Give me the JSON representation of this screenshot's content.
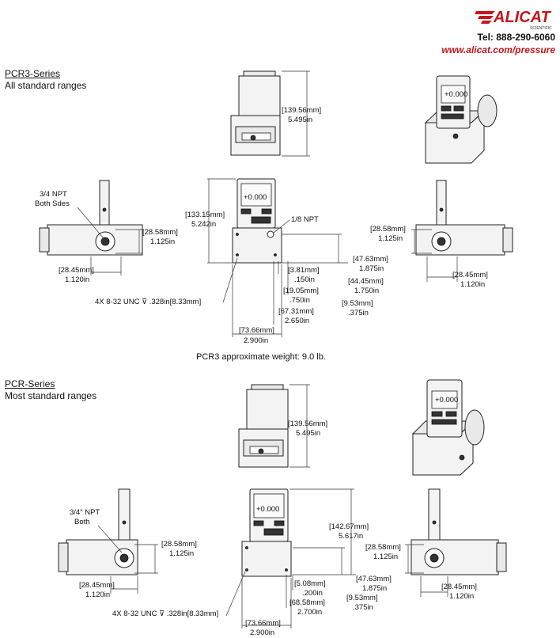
{
  "brand": {
    "name": "ALICAT",
    "sub": "SCIENTIFIC",
    "tel": "Tel: 888-290-6060",
    "web": "www.alicat.com/pressure"
  },
  "pcr3": {
    "title": "PCR3-Series",
    "subtitle": "All standard ranges",
    "labels": {
      "height_top": [
        "[139.56mm]",
        "5.495in"
      ],
      "npt_34": [
        "3/4 NPT",
        "Both Sdes"
      ],
      "width_left": [
        "[28.58mm]",
        "1.125in"
      ],
      "depth_left": [
        "[28.45mm]",
        "1.120in"
      ],
      "height_front": [
        "[133.15mm]",
        "5.242in"
      ],
      "npt_18": "1/8 NPT",
      "d1": [
        "[3.81mm]",
        ".150in"
      ],
      "d2": [
        "[19.05mm]",
        ".750in"
      ],
      "d3": [
        "[67.31mm]",
        "2.650in"
      ],
      "d4": [
        "[47.63mm]",
        "1.875in"
      ],
      "d5": [
        "[44.45mm]",
        "1.750in"
      ],
      "d6": [
        "[9.53mm]",
        ".375in"
      ],
      "width_front": [
        "[73.66mm]",
        "2.900in"
      ],
      "thread": "4X 8-32 UNC ⊽ .328in[8.33mm]",
      "width_right": [
        "[28.58mm]",
        "1.125in"
      ],
      "depth_right": [
        "[28.45mm]",
        "1.120in"
      ],
      "weight": "PCR3 approximate weight: 9.0 lb."
    }
  },
  "pcr": {
    "title": "PCR-Series",
    "subtitle": "Most standard ranges",
    "labels": {
      "height_top": [
        "[139.56mm]",
        "5.495in"
      ],
      "npt_34": [
        "3/4\" NPT",
        "Both"
      ],
      "width_left": [
        "[28.58mm]",
        "1.125in"
      ],
      "depth_left": [
        "[28.45mm]",
        "1.120in"
      ],
      "height_front": [
        "[142.67mm]",
        "5.617in"
      ],
      "d4": [
        "[47.63mm]",
        "1.875in"
      ],
      "d1": [
        "[5.08mm]",
        ".200in"
      ],
      "d3": [
        "[68.58mm]",
        "2.700in"
      ],
      "d6": [
        "[9.53mm]",
        ".375in"
      ],
      "width_front": [
        "[73.66mm]",
        "2.900in"
      ],
      "thread": "4X 8-32 UNC ⊽ .328in[8.33mm]",
      "width_right": [
        "[28.58mm]",
        "1.125in"
      ],
      "depth_right": [
        "[28.45mm]",
        "1.120in"
      ]
    }
  },
  "display": {
    "reading": "+0.000"
  },
  "colors": {
    "brand_red": "#c4161c",
    "line": "#333333"
  }
}
